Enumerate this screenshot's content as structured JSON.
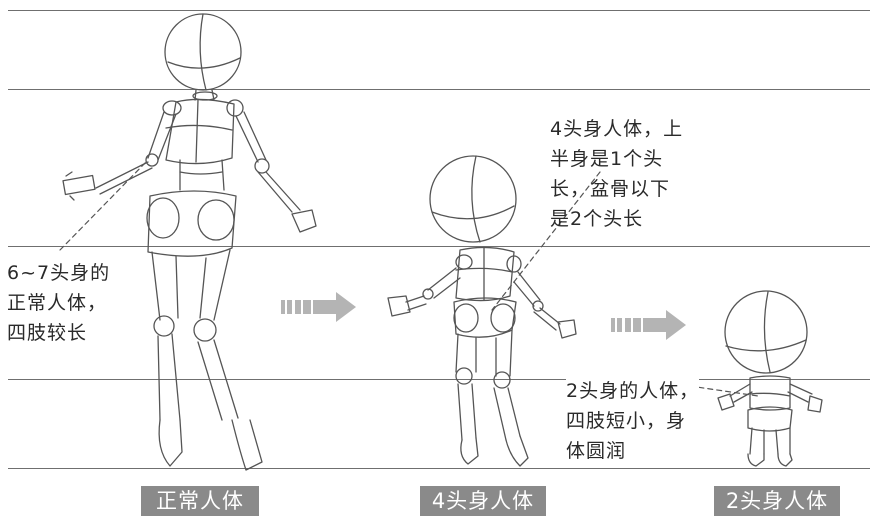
{
  "annotations": {
    "normal": [
      "6~7头身的",
      "正常人体，",
      "四肢较长"
    ],
    "four_head": [
      "4头身人体，上",
      "半身是1个头",
      "长，盆骨以下",
      "是2个头长"
    ],
    "two_head": [
      "2头身的人体，",
      "四肢短小，身",
      "体圆润"
    ]
  },
  "labels": {
    "normal": "正常人体",
    "four_head": "4头身人体",
    "two_head": "2头身人体"
  },
  "colors": {
    "line": "#6f6f6f",
    "arrow": "#b4b4b4",
    "badge": "#8a8a8a"
  }
}
